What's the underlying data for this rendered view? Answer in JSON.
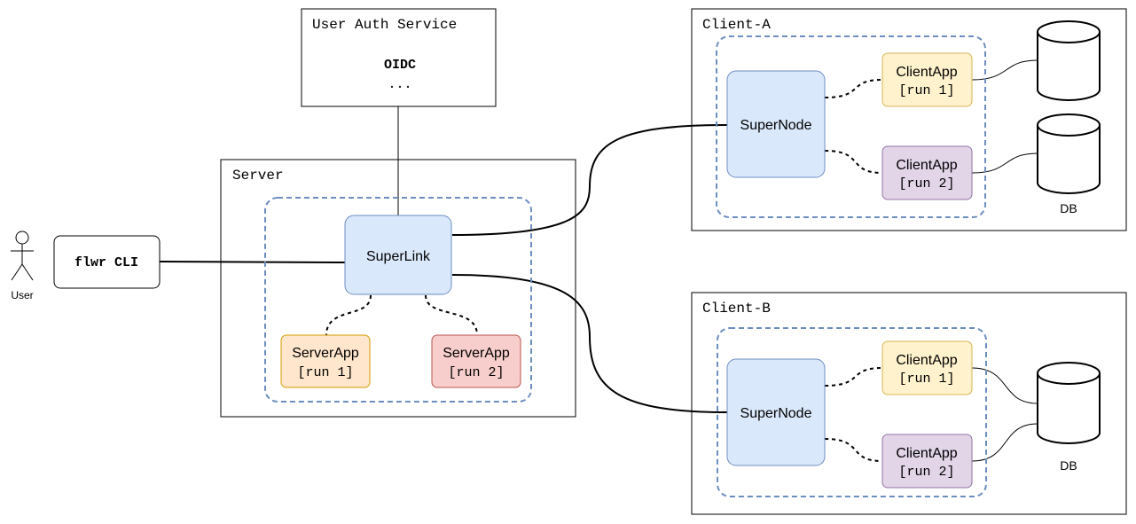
{
  "user": {
    "label": "User"
  },
  "cli": {
    "label": "flwr CLI"
  },
  "auth": {
    "title": "User Auth Service",
    "oidc": "OIDC",
    "more": "..."
  },
  "server": {
    "title": "Server",
    "superlink": "SuperLink",
    "apps": [
      {
        "name": "ServerApp",
        "run": "[run 1]"
      },
      {
        "name": "ServerApp",
        "run": "[run 2]"
      }
    ]
  },
  "client_a": {
    "title": "Client-A",
    "supernode": "SuperNode",
    "apps": [
      {
        "name": "ClientApp",
        "run": "[run 1]"
      },
      {
        "name": "ClientApp",
        "run": "[run 2]"
      }
    ],
    "db_label": "DB"
  },
  "client_b": {
    "title": "Client-B",
    "supernode": "SuperNode",
    "apps": [
      {
        "name": "ClientApp",
        "run": "[run 1]"
      },
      {
        "name": "ClientApp",
        "run": "[run 2]"
      }
    ],
    "db_label": "DB"
  },
  "colors": {
    "supernode_fill": "#dae8fc",
    "supernode_stroke": "#6c8ebf",
    "run1_fill": "#fff2cc",
    "run1_stroke": "#d6b656",
    "run2_client_fill": "#e1d5e7",
    "run2_client_stroke": "#9673a6",
    "server_run1_fill": "#ffe6cc",
    "server_run1_stroke": "#d79b00",
    "server_run2_fill": "#f8cecc",
    "server_run2_stroke": "#b85450",
    "dashed_group": "#6c8ebf"
  }
}
